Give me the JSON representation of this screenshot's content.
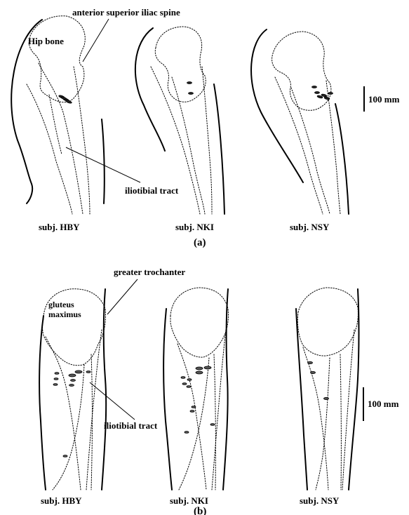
{
  "panel_a": {
    "annotations": {
      "asis": "anterior superior iliac spine",
      "hip_bone": "Hip bone",
      "iliotibial": "iliotibial tract"
    },
    "scale_bar": "100 mm",
    "subjects": [
      "subj. HBY",
      "subj. NKI",
      "subj. NSY"
    ],
    "panel_label": "(a)"
  },
  "panel_b": {
    "annotations": {
      "trochanter": "greater trochanter",
      "gluteus_line1": "gluteus",
      "gluteus_line2": "maximus",
      "iliotibial": "iliotibial tract"
    },
    "scale_bar": "100 mm",
    "subjects": [
      "subj. HBY",
      "subj. NKI",
      "subj. NSY"
    ],
    "panel_label": "(b)"
  }
}
